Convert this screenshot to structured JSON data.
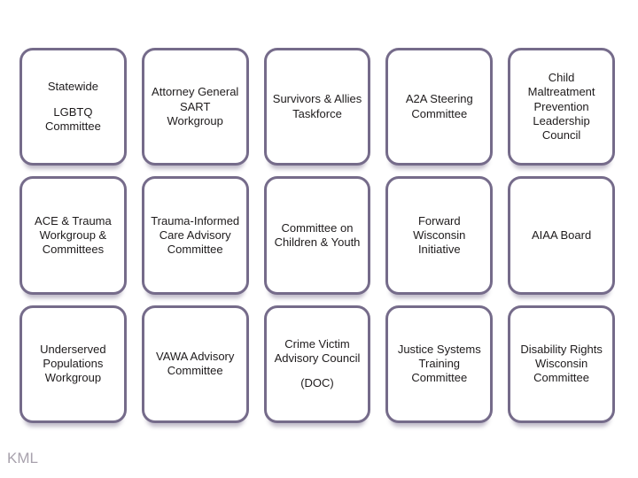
{
  "slide": {
    "footer_label": "KML",
    "colors": {
      "background": "#ffffff",
      "box_border": "#756b8a",
      "box_fill": "#ffffff",
      "text": "#1e1b1c",
      "footer_text": "#a8a2ad"
    },
    "boxes": [
      {
        "p1": "Statewide",
        "p2": "LGBTQ Committee"
      },
      {
        "p1": "Attorney General SART Workgroup"
      },
      {
        "p1": "Survivors & Allies Taskforce"
      },
      {
        "p1": "A2A Steering Committee"
      },
      {
        "p1": "Child Maltreatment Prevention Leadership Council"
      },
      {
        "p1": "ACE & Trauma Workgroup & Committees"
      },
      {
        "p1": "Trauma-Informed Care Advisory Committee"
      },
      {
        "p1": "Committee on Children & Youth"
      },
      {
        "p1": "Forward Wisconsin Initiative"
      },
      {
        "p1": "AIAA Board"
      },
      {
        "p1": "Underserved Populations Workgroup"
      },
      {
        "p1": "VAWA Advisory Committee"
      },
      {
        "p1": "Crime Victim Advisory Council",
        "p2": "(DOC)"
      },
      {
        "p1": "Justice Systems Training Committee"
      },
      {
        "p1": "Disability Rights Wisconsin Committee"
      }
    ]
  }
}
